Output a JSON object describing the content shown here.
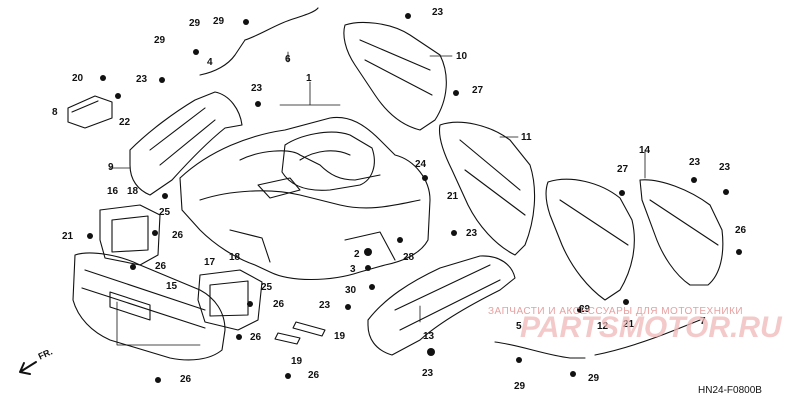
{
  "watermark": {
    "top": "ЗАПЧАСТИ И АКСЕССУАРЫ ДЛЯ МОТОТЕХНИКИ",
    "brand": "PARTSMOTOR.RU"
  },
  "diagram_code": "HN24-F0800B",
  "direction_label": "FR.",
  "callouts": {
    "c1": "1",
    "c2": "2",
    "c3": "3",
    "c4": "4",
    "c5": "5",
    "c6": "6",
    "c7": "7",
    "c8": "8",
    "c9": "9",
    "c10": "10",
    "c11": "11",
    "c12": "12",
    "c13": "13",
    "c14": "14",
    "c15": "15",
    "c16": "16",
    "c17": "17",
    "c18a": "18",
    "c18b": "18",
    "c19a": "19",
    "c19b": "19",
    "c20": "20",
    "c21a": "21",
    "c21b": "21",
    "c21c": "21",
    "c22": "22",
    "c23a": "23",
    "c23b": "23",
    "c23c": "23",
    "c23d": "23",
    "c23e": "23",
    "c23f": "23",
    "c23g": "23",
    "c23h": "23",
    "c24": "24",
    "c25a": "25",
    "c25b": "25",
    "c26a": "26",
    "c26b": "26",
    "c26c": "26",
    "c26d": "26",
    "c26e": "26",
    "c26f": "26",
    "c26g": "26",
    "c27a": "27",
    "c27b": "27",
    "c28": "28",
    "c29a": "29",
    "c29b": "29",
    "c29c": "29",
    "c29d": "29",
    "c29e": "29",
    "c29f": "29",
    "c30": "30"
  }
}
